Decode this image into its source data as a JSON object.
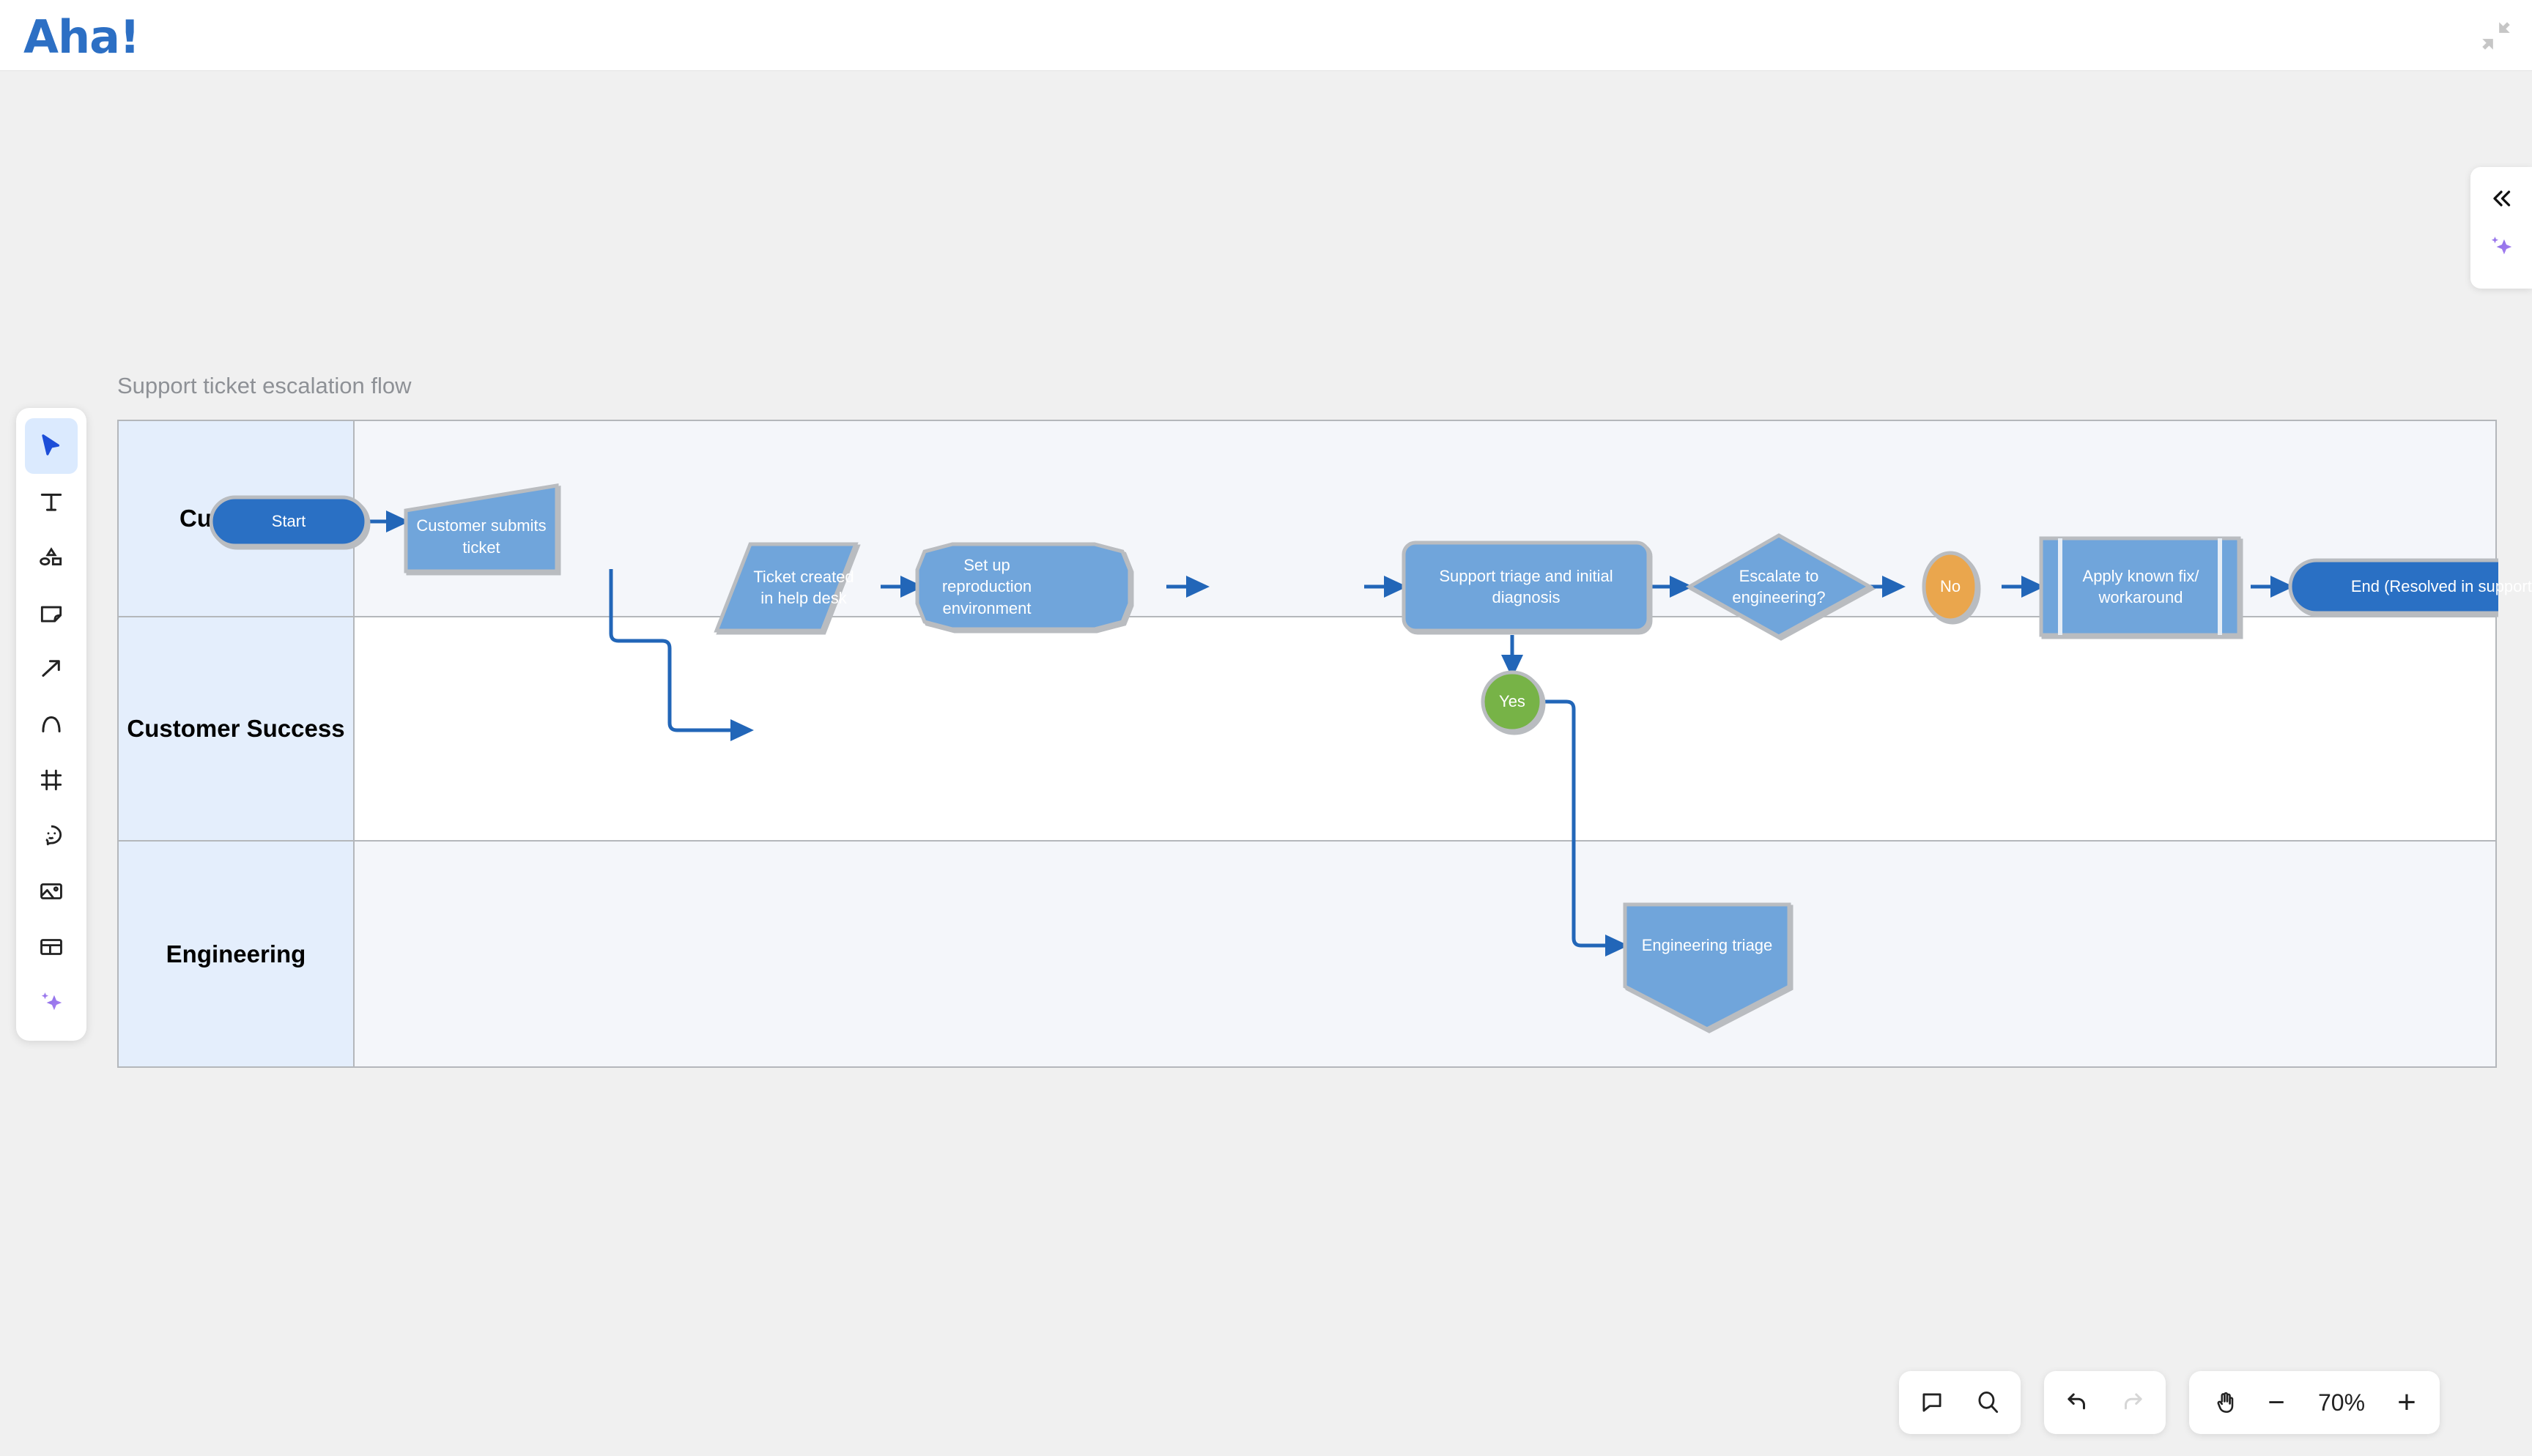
{
  "app": {
    "logo_text": "Aha!",
    "collapse_screen_icon": "collapse-arrows-icon"
  },
  "right_panel": {
    "collapse_icon": "double-chevron-left-icon",
    "ai_icon": "ai-sparkle-icon"
  },
  "toolbar": {
    "items": [
      {
        "name": "select-tool",
        "icon": "cursor-icon",
        "active": true
      },
      {
        "name": "text-tool",
        "icon": "text-icon",
        "active": false
      },
      {
        "name": "shapes-tool",
        "icon": "shapes-icon",
        "active": false
      },
      {
        "name": "note-tool",
        "icon": "sticky-note-icon",
        "active": false
      },
      {
        "name": "arrow-tool",
        "icon": "arrow-icon",
        "active": false
      },
      {
        "name": "draw-tool",
        "icon": "pen-curve-icon",
        "active": false
      },
      {
        "name": "frame-tool",
        "icon": "frame-icon",
        "active": false
      },
      {
        "name": "emoji-tool",
        "icon": "emoji-icon",
        "active": false
      },
      {
        "name": "image-tool",
        "icon": "image-icon",
        "active": false
      },
      {
        "name": "template-tool",
        "icon": "layout-icon",
        "active": false
      },
      {
        "name": "ai-tool",
        "icon": "ai-sparkle-icon",
        "active": false
      }
    ]
  },
  "diagram": {
    "title": "Support ticket escalation flow",
    "lanes": [
      {
        "label": "Customer"
      },
      {
        "label": "Customer Success"
      },
      {
        "label": "Engineering"
      }
    ],
    "nodes": [
      {
        "id": "start",
        "label": "Start",
        "shape": "pill",
        "color": "#2c6fc4"
      },
      {
        "id": "submit",
        "label": "Customer submits ticket",
        "shape": "trapezoid",
        "color": "#6fa5db"
      },
      {
        "id": "created",
        "label": "Ticket created in help desk",
        "shape": "parallelogram",
        "color": "#6fa5db"
      },
      {
        "id": "repro",
        "label": "Set up reproduction environment",
        "shape": "octagon",
        "color": "#6fa5db"
      },
      {
        "id": "triage",
        "label": "Support triage and initial diagnosis",
        "shape": "rounded-rect",
        "color": "#6fa5db"
      },
      {
        "id": "decision",
        "label": "Escalate to engineering?",
        "shape": "diamond",
        "color": "#6fa5db"
      },
      {
        "id": "no",
        "label": "No",
        "shape": "ellipse",
        "color": "#eaa64e"
      },
      {
        "id": "fix",
        "label": "Apply known fix/ workaround",
        "shape": "predefined-process",
        "color": "#6fa5db"
      },
      {
        "id": "end",
        "label": "End (Resolved in support)",
        "shape": "pill",
        "color": "#2c6fc4"
      },
      {
        "id": "yes",
        "label": "Yes",
        "shape": "circle",
        "color": "#77b347"
      },
      {
        "id": "engtriage",
        "label": "Engineering triage",
        "shape": "pentagon-down",
        "color": "#6fa5db"
      }
    ],
    "connector_color": "#2266b8"
  },
  "bottom_bar": {
    "comment_icon": "comment-icon",
    "search_icon": "search-icon",
    "undo_icon": "undo-icon",
    "redo_icon": "redo-icon",
    "pan_icon": "hand-icon",
    "zoom_out_label": "−",
    "zoom_level": "70%",
    "zoom_in_label": "+"
  }
}
